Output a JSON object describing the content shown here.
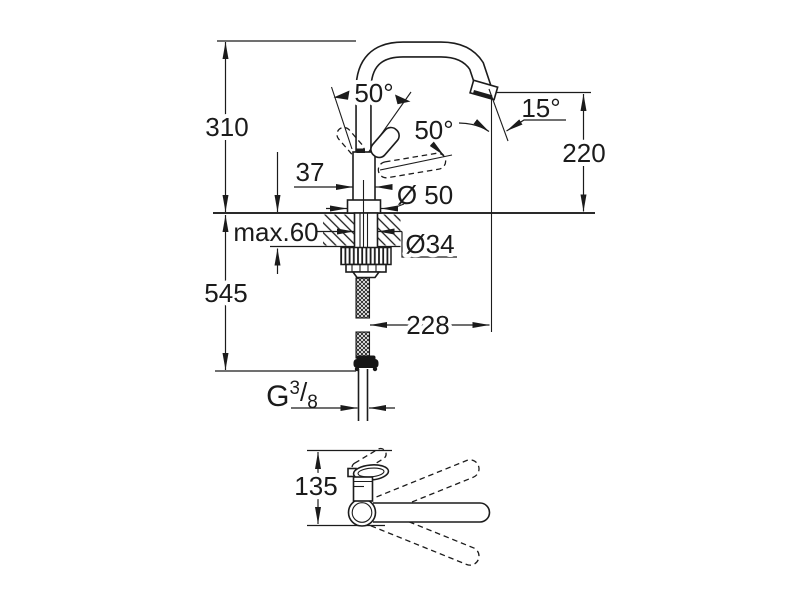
{
  "drawing": {
    "kind": "faucet-installation-dimension-drawing",
    "background": "#ffffff",
    "line_color": "#1c1c1c",
    "views": [
      "front-elevation",
      "top-view"
    ]
  },
  "labels": {
    "height_above_counter": "310",
    "length_below_counter": "545",
    "spout_outlet_height": "220",
    "spout_reach": "228",
    "body_width": "37",
    "base_diameter": "Ø 50",
    "shank_diameter": "Ø34",
    "max_counter_thickness": "max.60",
    "handle_swing_angle": "50°",
    "handle_side_angle": "50°",
    "spout_end_angle": "15°",
    "top_view_height": "135",
    "thread_g": "G",
    "thread_num": "3",
    "thread_slash": "/",
    "thread_den": "8"
  }
}
